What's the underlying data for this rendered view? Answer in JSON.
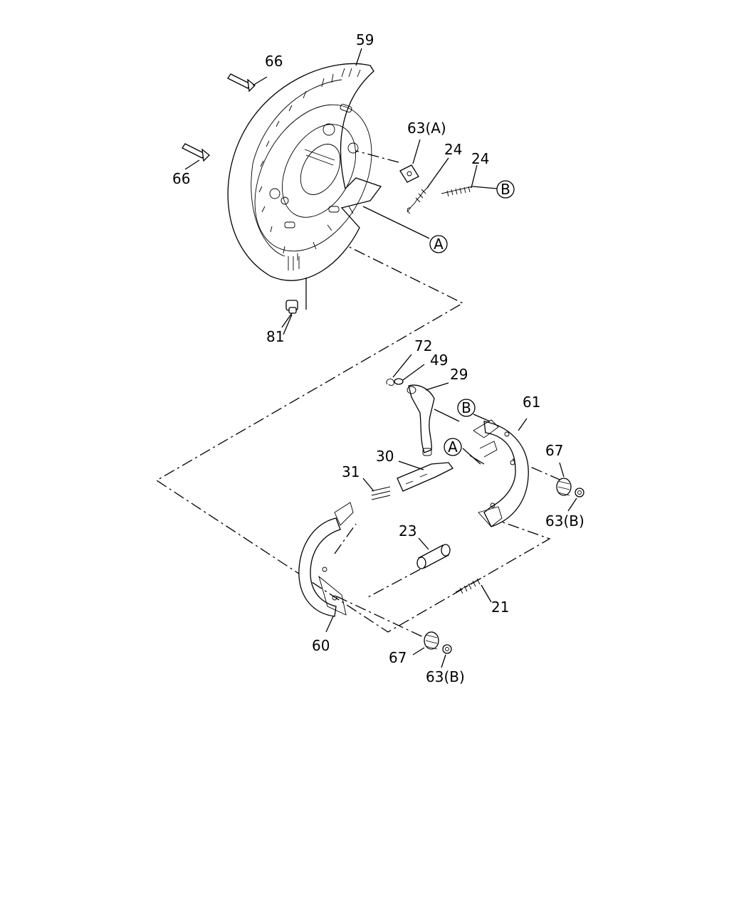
{
  "callouts": {
    "c59": "59",
    "c66a": "66",
    "c66b": "66",
    "c63a": "63(A)",
    "c24a": "24",
    "c24b": "24",
    "c81": "81",
    "c72": "72",
    "c49": "49",
    "c29": "29",
    "c61": "61",
    "c30": "30",
    "c31": "31",
    "c67a": "67",
    "c63b1": "63(B)",
    "c23": "23",
    "c21": "21",
    "c60": "60",
    "c67b": "67",
    "c63b2": "63(B)"
  },
  "reference_marks": {
    "A_top": "A",
    "B_top": "B",
    "B_lever": "B",
    "A_lever": "A"
  }
}
